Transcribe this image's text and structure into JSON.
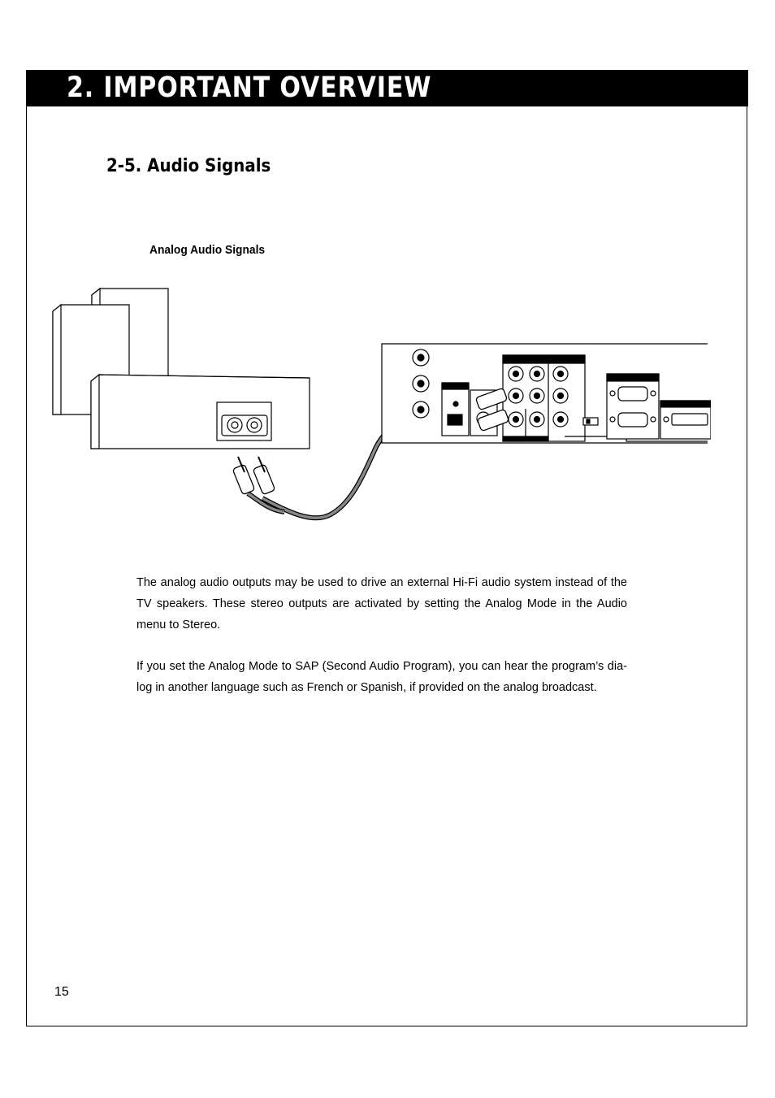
{
  "header": {
    "title": "2.  IMPORTANT OVERVIEW"
  },
  "section": {
    "title": "2-5.  Audio Signals"
  },
  "subsection": {
    "title": "Analog Audio Signals"
  },
  "body": {
    "paragraph1": "The analog audio outputs may be used to drive an external Hi-Fi audio system instead of the TV speakers.  These stereo outputs are activated by setting the Analog Mode in the Audio menu to Stereo.",
    "paragraph2": "If you set the Analog Mode to SAP (Second Audio Program), you can hear the program’s dia-log in another language such as French or Spanish, if provided on the analog broadcast."
  },
  "footer": {
    "page_number": "15"
  },
  "diagram": {
    "description_icons": [
      "speaker-system-icon",
      "tv-rear-panel-icon",
      "rca-cable-icon"
    ]
  }
}
